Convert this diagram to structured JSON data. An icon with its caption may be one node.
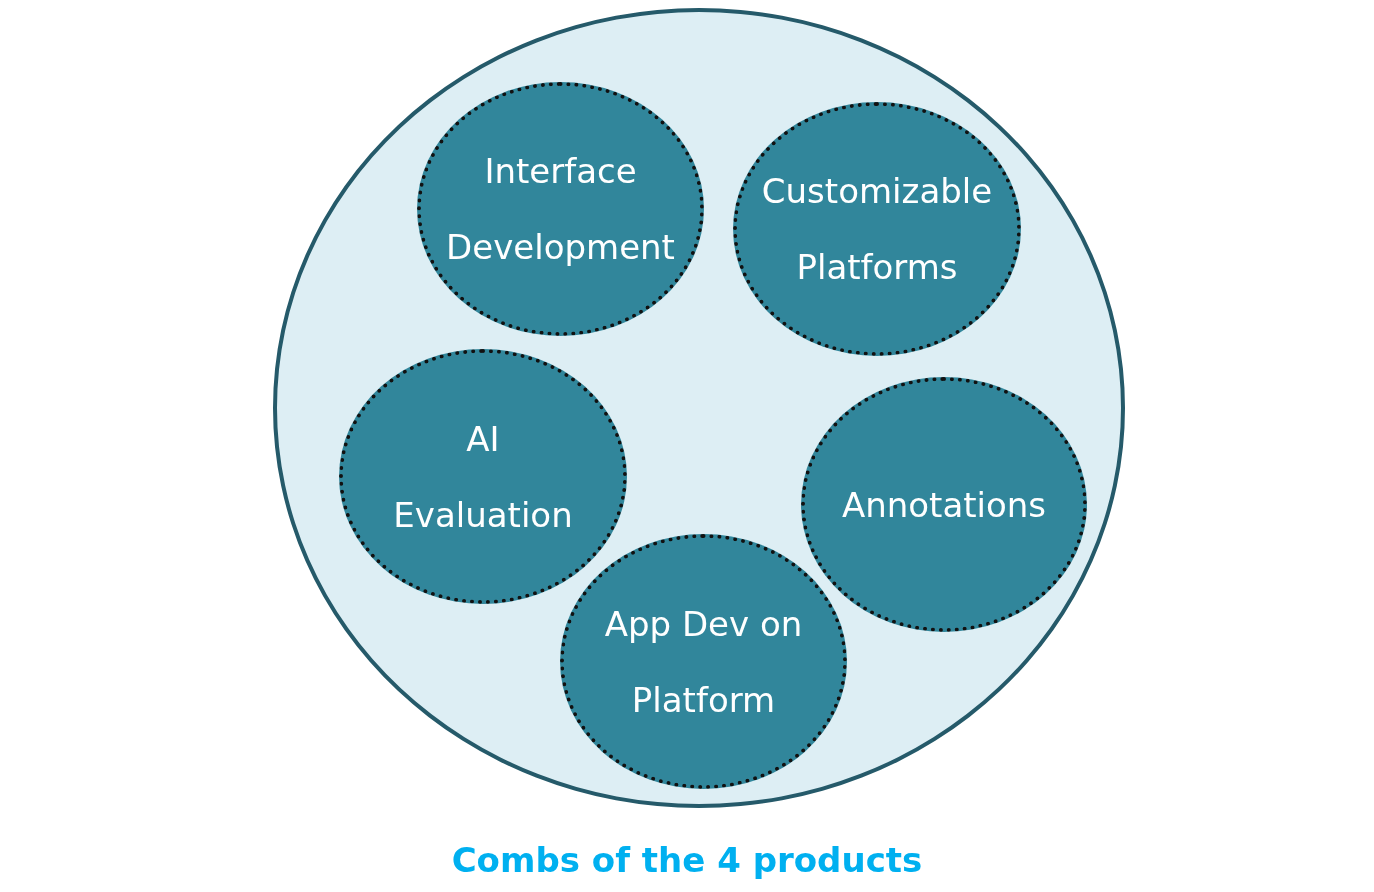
{
  "diagram": {
    "caption": "Combs of the 4 products",
    "nodes": [
      {
        "text": [],
        "shape": "circle"
      },
      {
        "text": [
          "Interface Development"
        ],
        "in": 0
      },
      {
        "text": [
          "Customizable Platforms"
        ],
        "in": 0
      },
      {
        "text": [
          "AI Evaluation"
        ],
        "in": 0
      },
      {
        "text": [
          "Annotations"
        ],
        "in": 0
      },
      {
        "text": [
          "App Dev on Platform"
        ],
        "in": 0
      }
    ]
  }
}
